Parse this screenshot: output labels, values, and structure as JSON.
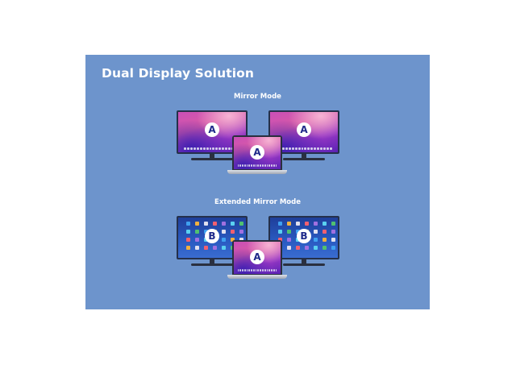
{
  "title": "Dual Display Solution",
  "sections": [
    {
      "label": "Mirror Mode",
      "left_monitor": {
        "badge": "A",
        "wallpaper": "macos-monterey"
      },
      "right_monitor": {
        "badge": "A",
        "wallpaper": "macos-monterey"
      },
      "laptop": {
        "badge": "A",
        "wallpaper": "macos-monterey"
      }
    },
    {
      "label": "Extended Mirror Mode",
      "left_monitor": {
        "badge": "B",
        "wallpaper": "app-grid"
      },
      "right_monitor": {
        "badge": "B",
        "wallpaper": "app-grid"
      },
      "laptop": {
        "badge": "A",
        "wallpaper": "macos-monterey"
      }
    }
  ],
  "colors": {
    "background": "#6d94cc",
    "badge_text": "#1f2a8a",
    "app_icons": [
      "#3fa0f0",
      "#5ad0f0",
      "#f06070",
      "#f0b040",
      "#50c070",
      "#a070e0",
      "#e0e0f0"
    ]
  }
}
